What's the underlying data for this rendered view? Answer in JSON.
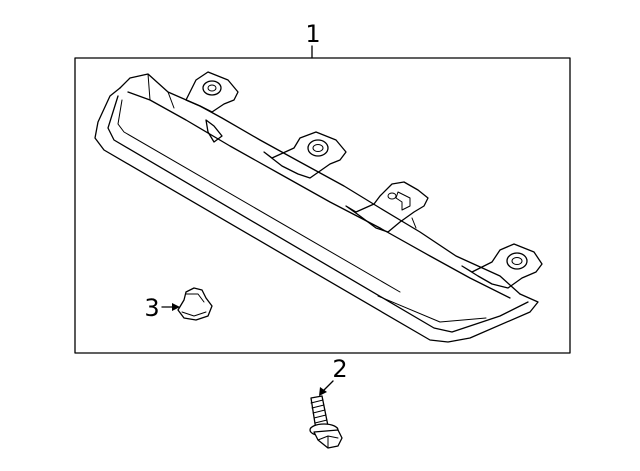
{
  "callouts": {
    "assembly": "1",
    "bolt": "2",
    "clip": "3"
  },
  "colors": {
    "ink": "#000000",
    "background": "#ffffff"
  }
}
